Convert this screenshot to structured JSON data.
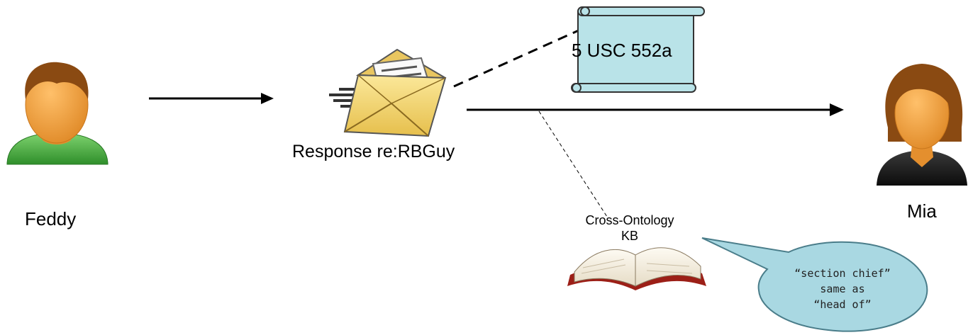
{
  "persons": {
    "sender": {
      "name": "Feddy"
    },
    "recipient": {
      "name": "Mia"
    }
  },
  "message": {
    "label": "Response re:RBGuy"
  },
  "regulation": {
    "label": "5 USC 552a"
  },
  "knowledge_base": {
    "line1": "Cross-Ontology",
    "line2": "KB"
  },
  "callout": {
    "line1": "“section chief”",
    "line2": "same as",
    "line3": "“head of”"
  },
  "colors": {
    "scroll_fill": "#b9e3e8",
    "bubble_fill": "#a9d8e2",
    "envelope_fill": "#f4d77a",
    "male_shirt": "#4fb04a",
    "female_shirt": "#1c1c1c",
    "skin": "#f0a748",
    "hair": "#8a4a12"
  }
}
